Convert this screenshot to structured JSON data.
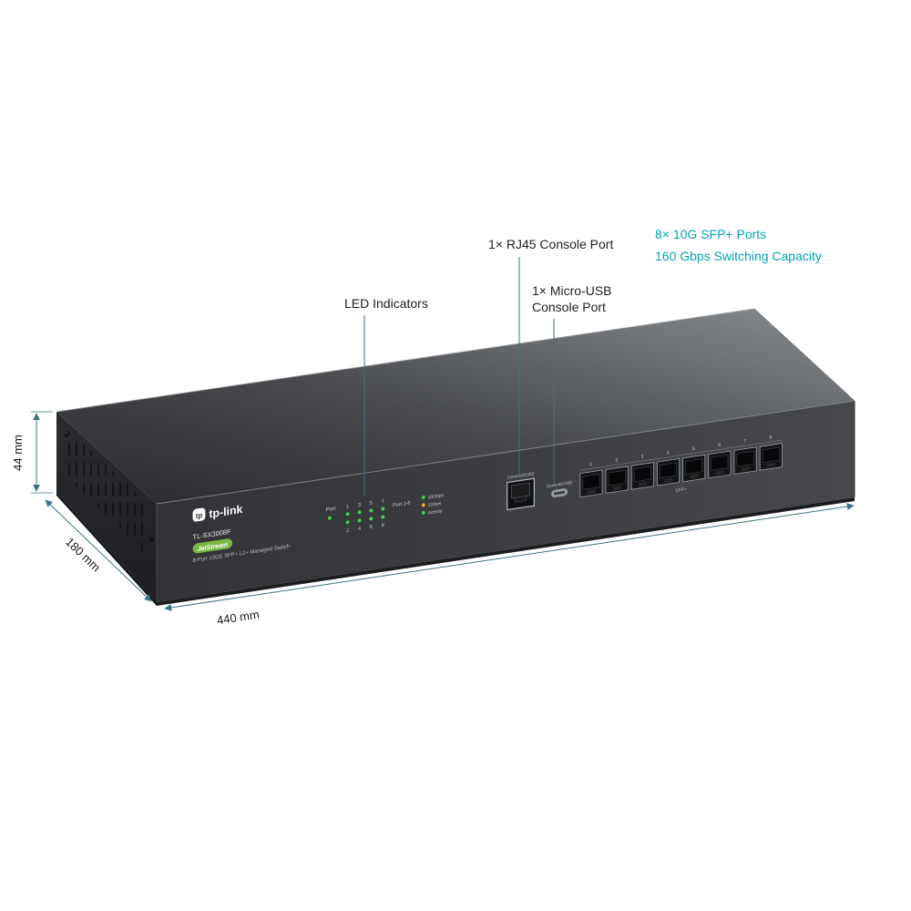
{
  "colors": {
    "teal": "#00a5b0",
    "line": "#3e7383",
    "led_green": "#45cf4b",
    "led_amber": "#f0a830",
    "badge_green": "#7bb843"
  },
  "annotations": {
    "led_label": "LED Indicators",
    "rj45_label": "1× RJ45 Console Port",
    "usb_label_line1": "1× Micro-USB",
    "usb_label_line2": "Console Port",
    "sfp_label_line1": "8× 10G SFP+ Ports",
    "sfp_label_line2": "160 Gbps Switching Capacity"
  },
  "dimensions": {
    "height": "44 mm",
    "depth": "180 mm",
    "width": "440 mm"
  },
  "device": {
    "brand": "tp-link",
    "brand_mark": "tp",
    "model": "TL-SX3008F",
    "badge": "JetStream",
    "description": "8-Port 10GE SFP+ L2+ Managed Switch",
    "led_section_label": "Port",
    "led_numbers_top": [
      "1",
      "3",
      "5",
      "7"
    ],
    "led_numbers_bottom": [
      "2",
      "4",
      "6",
      "8"
    ],
    "legend_title": "Port 1-8",
    "legend": [
      {
        "label": "10Gbps"
      },
      {
        "label": "1Gbps"
      },
      {
        "label": "Activity"
      }
    ],
    "console_rj45": "Console(RJ45)",
    "console_usb": "Console(USB)",
    "sfp_numbers": [
      "1",
      "2",
      "3",
      "4",
      "5",
      "6",
      "7",
      "8"
    ],
    "sfp_label": "SFP+"
  }
}
